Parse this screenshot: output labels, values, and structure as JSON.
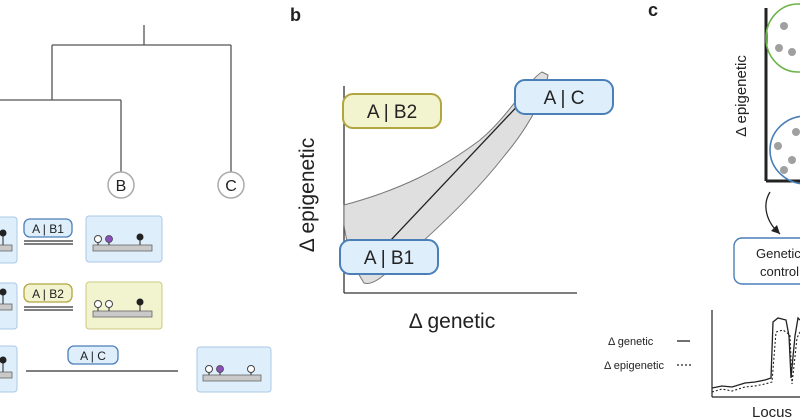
{
  "panels": {
    "b": "b",
    "c": "c"
  },
  "tree": {
    "node_b": "B",
    "node_c": "C"
  },
  "pairs": {
    "ab1": "A | B1",
    "ab2": "A | B2",
    "ac": "A | C"
  },
  "plot_b": {
    "ylabel": "Δ epigenetic",
    "xlabel": "Δ genetic",
    "box_ab2": "A | B2",
    "box_ac": "A | C",
    "box_ab1": "A | B1"
  },
  "panel_c": {
    "ylabel": "Δ epigenetic",
    "control_line1": "Genetic",
    "control_line2": "control",
    "legend_genetic": "Δ genetic",
    "legend_epigenetic": "Δ epigenetic",
    "xlabel": "Locus"
  },
  "colors": {
    "blue_fill": "#deeefb",
    "blue_stroke": "#4a7fb8",
    "yellow_fill": "#f2f3cf",
    "yellow_stroke": "#b3a640",
    "purple": "#8a4fb8",
    "green": "#6db34a"
  }
}
